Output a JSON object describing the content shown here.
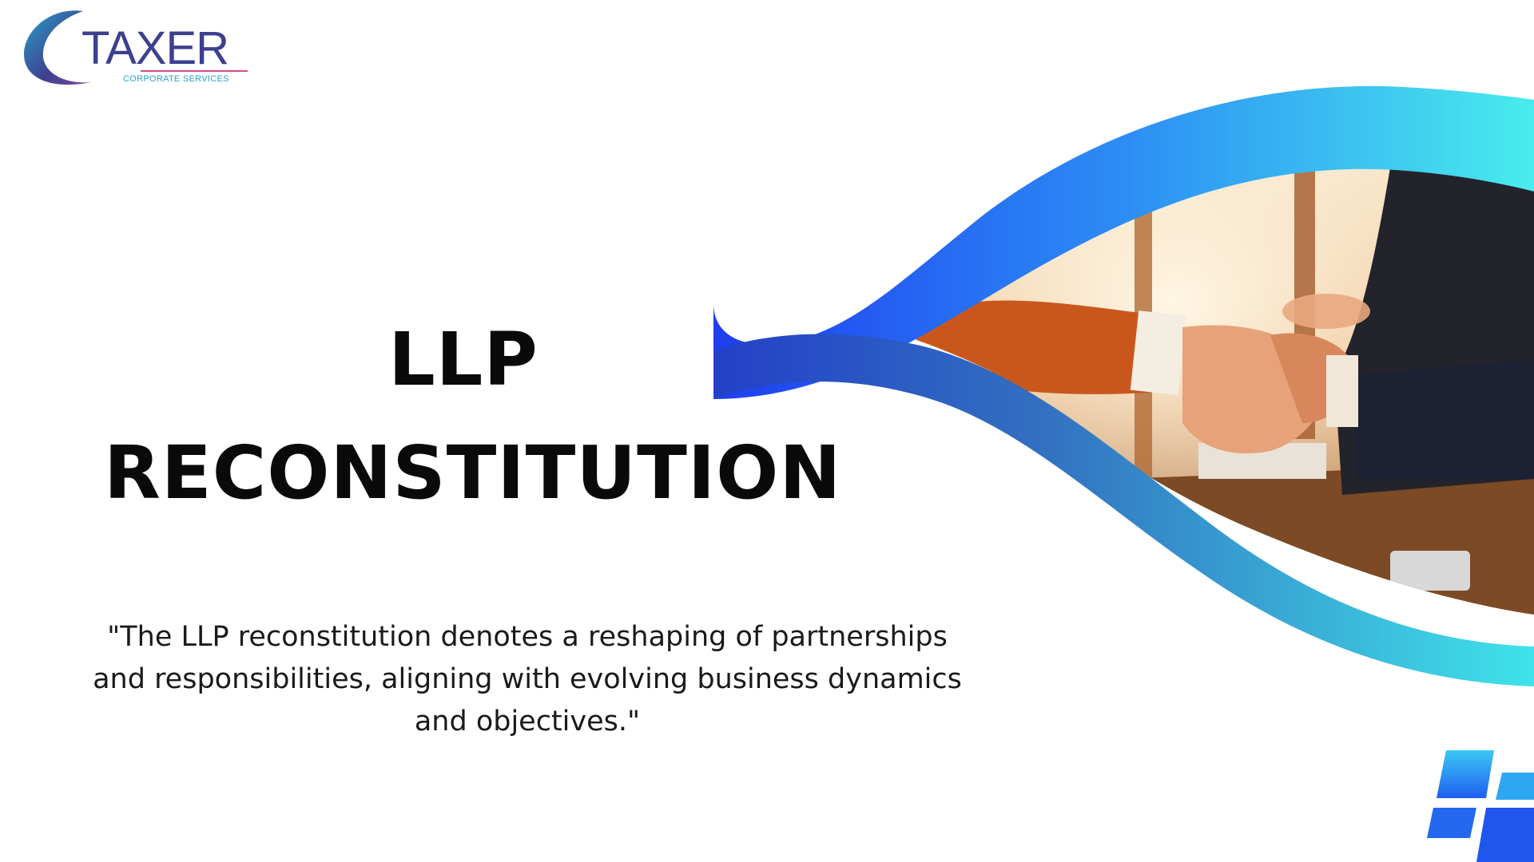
{
  "brand": {
    "name": "TAXER",
    "tagline": "CORPORATE SERVICES",
    "colors": {
      "primary": "#3d3f8f",
      "accent": "#2aa2c9",
      "highlight": "#d64c8c"
    }
  },
  "slide": {
    "title_line1": "LLP",
    "title_line2": "RECONSTITUTION",
    "quote": "\"The LLP reconstitution denotes a reshaping of partnerships and responsibilities, aligning with evolving business dynamics and objectives.\""
  },
  "graphics": {
    "photo_subject": "handshake-photo",
    "wave_colors": [
      "#1f49f2",
      "#3fe6ee"
    ],
    "corner_icon": "window-tiles-icon"
  }
}
